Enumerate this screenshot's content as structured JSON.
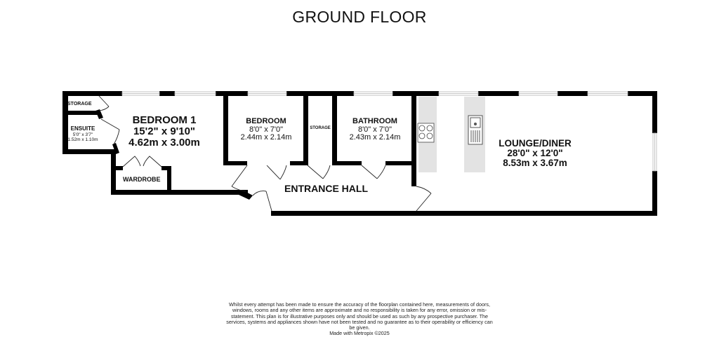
{
  "title": "GROUND FLOOR",
  "rooms": {
    "bedroom1": {
      "name": "BEDROOM 1",
      "imperial": "15'2\"  x 9'10\"",
      "metric": "4.62m  x 3.00m"
    },
    "ensuite": {
      "name": "ENSUITE",
      "imperial": "5'0\"  x 3'7\"",
      "metric": "1.52m  x 1.10m"
    },
    "storage_bed": {
      "name": "STORAGE"
    },
    "wardrobe": {
      "name": "WARDROBE"
    },
    "bedroom2": {
      "name": "BEDROOM",
      "imperial": "8'0\"  x 7'0\"",
      "metric": "2.44m  x 2.14m"
    },
    "storage_hall": {
      "name": "STORAGE"
    },
    "bathroom": {
      "name": "BATHROOM",
      "imperial": "8'0\"  x 7'0\"",
      "metric": "2.43m  x 2.14m"
    },
    "entrance": {
      "name": "ENTRANCE HALL"
    },
    "lounge": {
      "name": "LOUNGE/DINER",
      "imperial": "28'0\"  x 12'0\"",
      "metric": "8.53m  x 3.67m"
    }
  },
  "fixtures": [
    "hob-icon",
    "sink-icon",
    "kitchen-counter",
    "kitchen-island"
  ],
  "colors": {
    "wall": "#000000",
    "counter": "#e3e3e3",
    "window": "#bfbfbf"
  },
  "disclaimer": {
    "text": "Whilst every attempt has been made to ensure the accuracy of the floorplan contained here, measurements of doors, windows, rooms and any other items are approximate and no responsibility is taken for any error, omission or mis-statement. This plan is for illustrative purposes only and should be used as such by any prospective purchaser. The services, systems and appliances shown have not been tested and no guarantee as to their operability or efficiency can be given.",
    "credit": "Made with Metropix ©2025"
  }
}
